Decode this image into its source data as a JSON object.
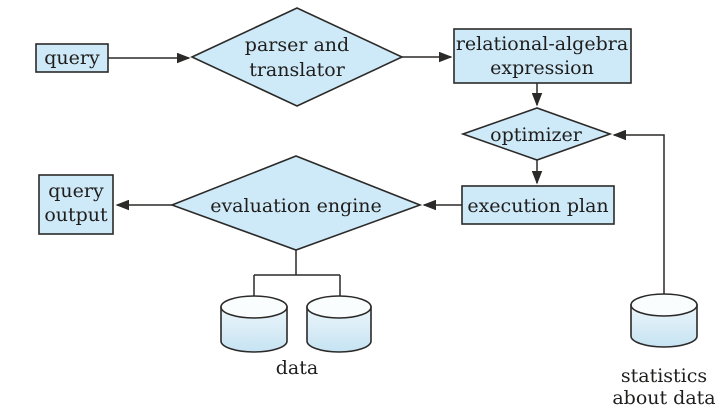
{
  "figure": {
    "description": "query processing flow diagram",
    "colors": {
      "shape_fill": "#cee9f7",
      "shape_stroke": "#2b2a29",
      "line": "#2b2a29",
      "text": "#1f1e1d",
      "cylinder_top_fill": "#fafdfe",
      "cylinder_body_top": "#ecf6fb",
      "cylinder_body_bottom": "#c6e3f2"
    },
    "nodes": {
      "query_box": {
        "label": "query"
      },
      "parser_diamond": {
        "line1": "parser and",
        "line2": "translator"
      },
      "relational_algebra_box": {
        "line1": "relational-algebra",
        "line2": "expression"
      },
      "optimizer_diamond": {
        "label": "optimizer"
      },
      "execution_plan_box": {
        "label": "execution plan"
      },
      "evaluation_engine_diamond": {
        "label": "evaluation engine"
      },
      "query_output_box": {
        "line1": "query",
        "line2": "output"
      },
      "data_store": {
        "label": "data"
      },
      "statistics_store": {
        "line1": "statistics",
        "line2": "about data"
      }
    }
  }
}
